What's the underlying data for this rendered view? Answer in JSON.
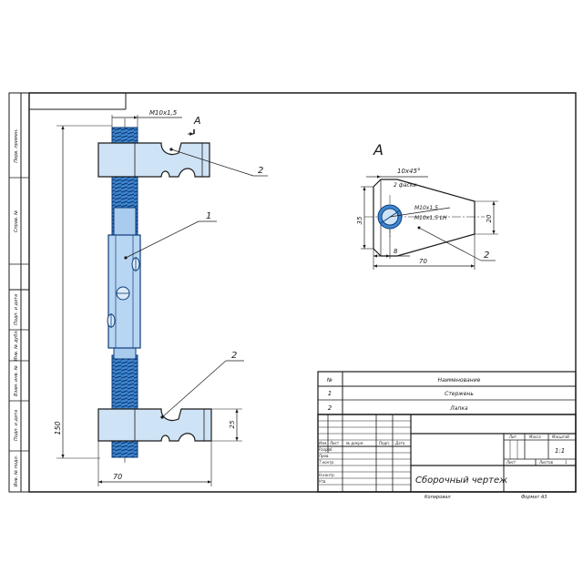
{
  "view_label": "A",
  "callouts": {
    "shaft": "1",
    "clamp_top": "2",
    "clamp_bottom": "2",
    "detail_part": "2"
  },
  "dims": {
    "thread_top": "M10x1,5",
    "height_total": "150",
    "width_bottom": "70",
    "clamp_height": "25"
  },
  "detail": {
    "chamfer": "10x45°",
    "chamfer_note": "2 фаски",
    "thread_1": "M10x1,5",
    "thread_2": "M10x1,5 LH",
    "height_left": "35",
    "height_right": "20",
    "offset": "8",
    "length": "70"
  },
  "side_stamp": [
    "Перв. примен.",
    "Справ. №",
    "Подп. и дата",
    "Инв. № дубл.",
    "Взам. инв. №",
    "Подп. и дата",
    "Инв. № подл."
  ],
  "parts_table": {
    "headers": [
      "№",
      "Наименование"
    ],
    "rows": [
      {
        "num": "1",
        "name": "Стержень"
      },
      {
        "num": "2",
        "name": "Лапка"
      }
    ]
  },
  "title_block": {
    "col_headers": [
      "Изм.",
      "Лист",
      "№ докум.",
      "Подп.",
      "Дата"
    ],
    "row_labels": [
      "Разраб.",
      "Пров.",
      "Т.контр.",
      "Н.контр.",
      "Утв."
    ],
    "doc_title": "Сборочный чертеж",
    "lit_label": "Лит.",
    "mass_label": "Масса",
    "scale_label": "Масштаб",
    "scale_value": "1:1",
    "sheet_label": "Лист",
    "sheets_label": "Листов",
    "sheets_value": "1",
    "copied": "Копировал",
    "format": "Формат А3"
  }
}
